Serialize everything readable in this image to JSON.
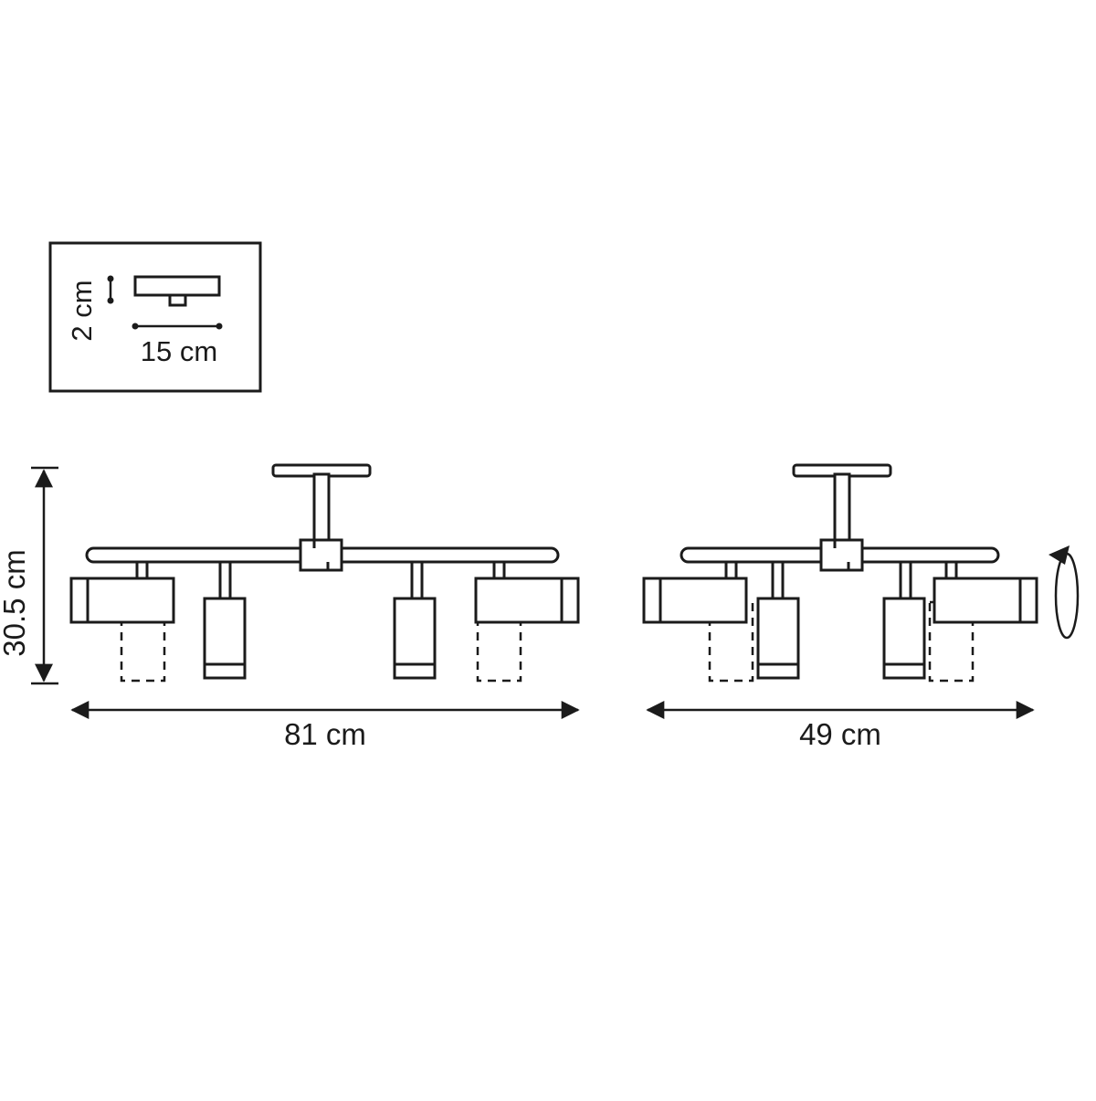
{
  "diagram": {
    "inset": {
      "plate_height": "2 cm",
      "plate_width": "15 cm"
    },
    "front_view": {
      "height": "30.5 cm",
      "width": "81 cm"
    },
    "side_view": {
      "width": "49 cm"
    }
  }
}
